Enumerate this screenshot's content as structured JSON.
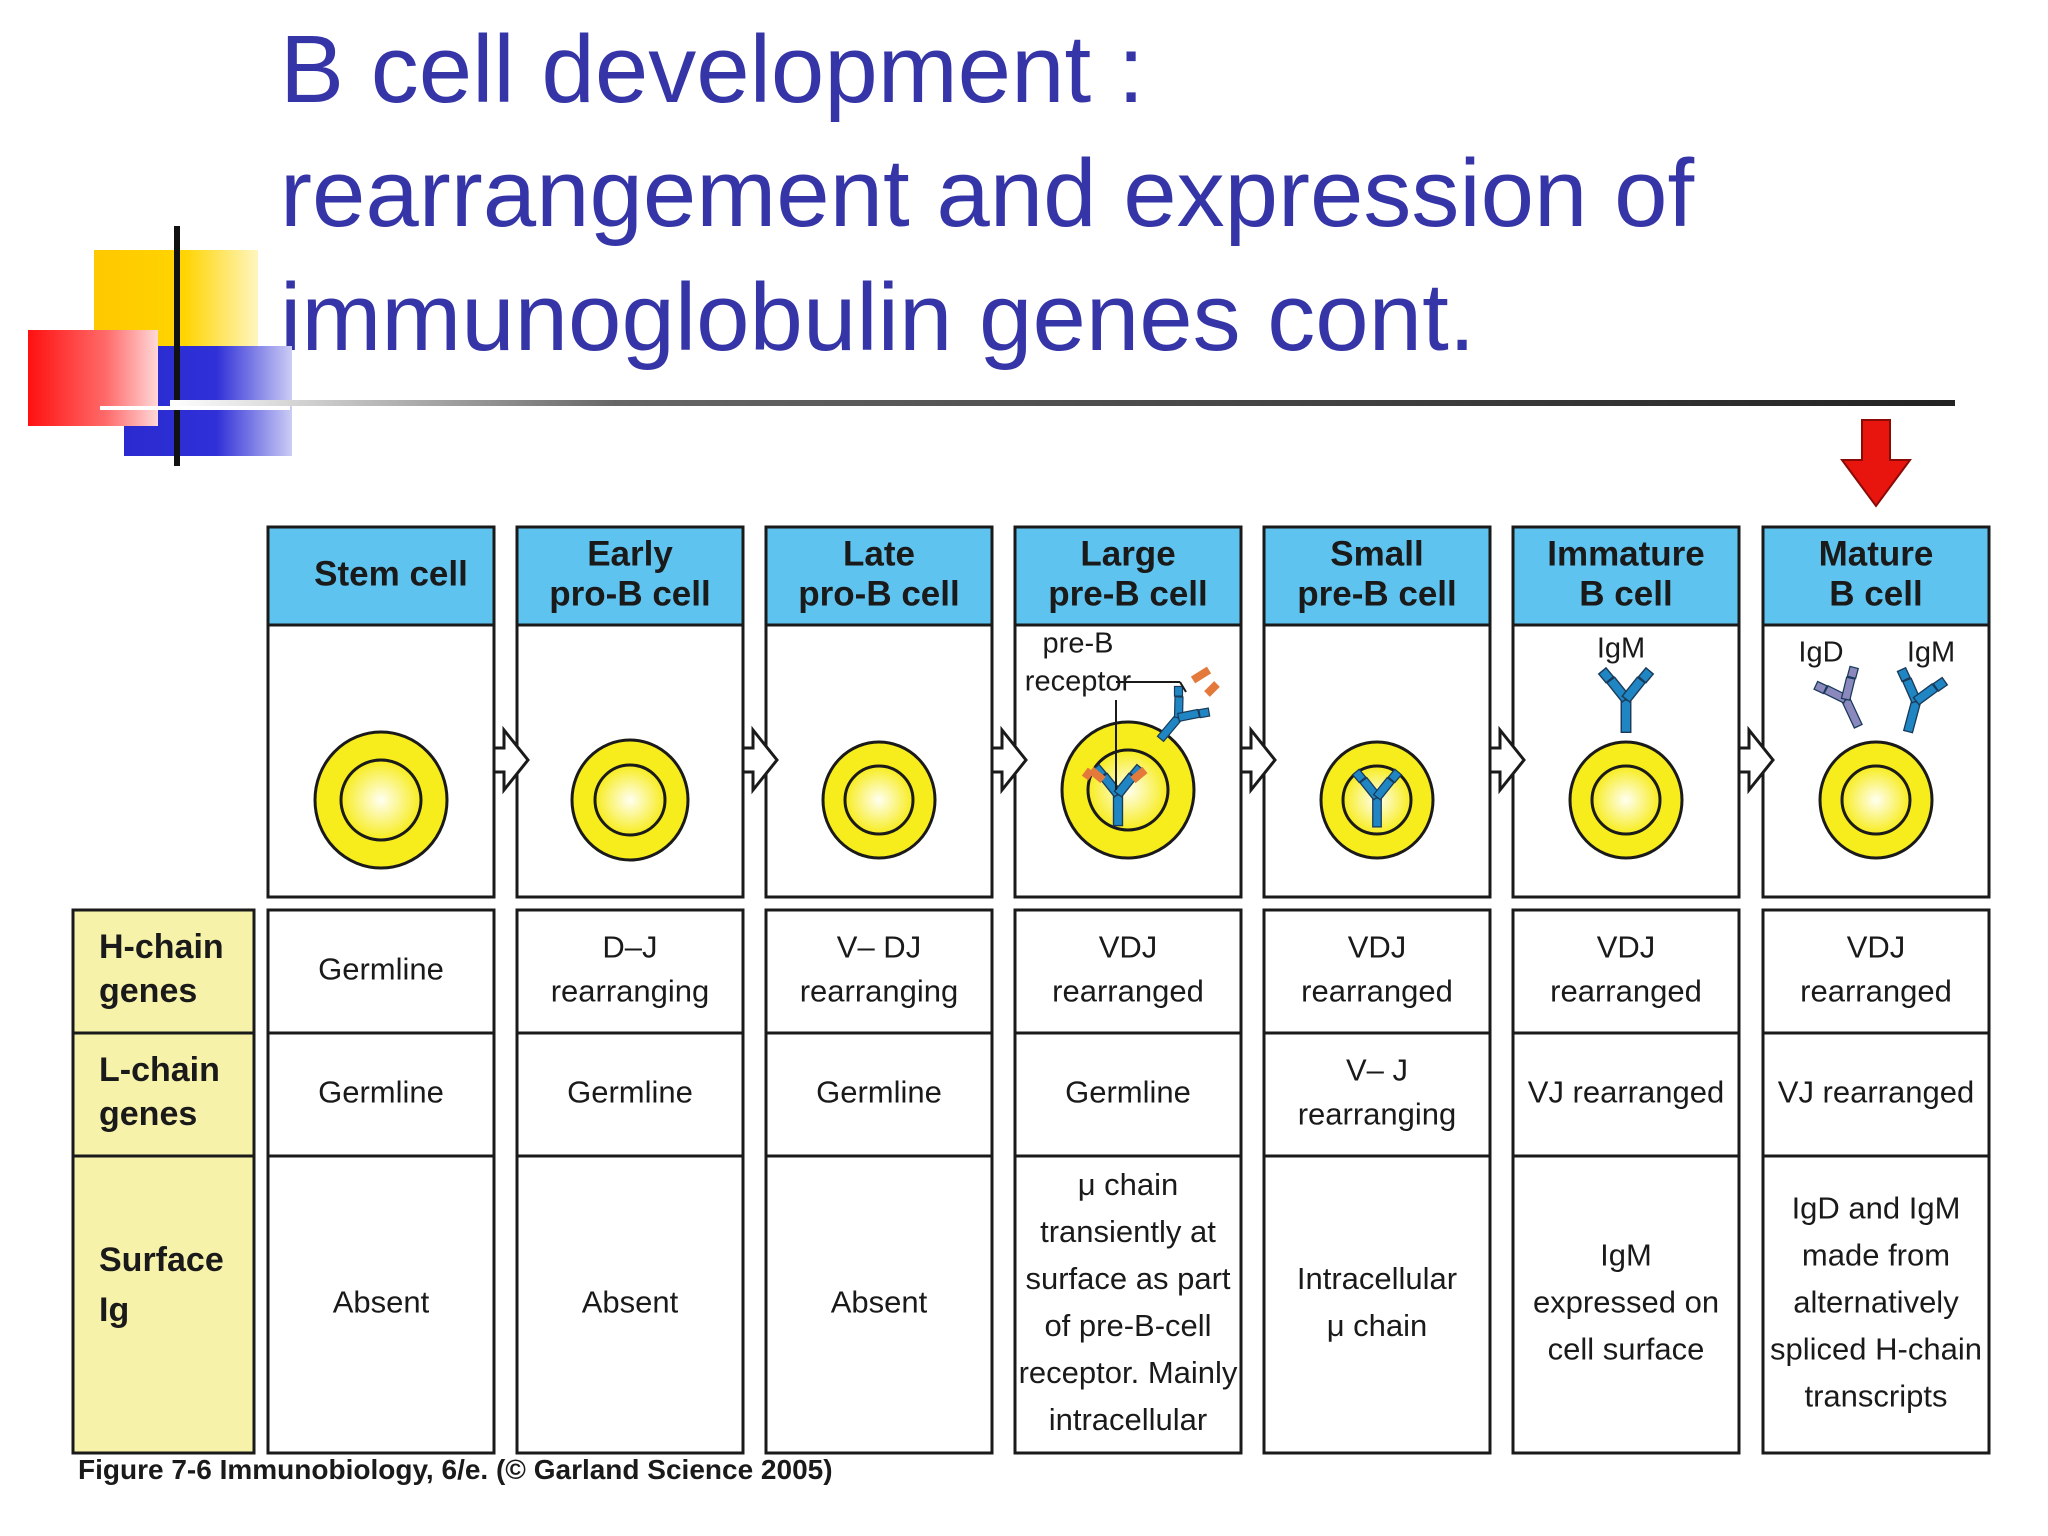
{
  "title": {
    "line1": "B cell development :",
    "line2": "rearrangement and expression of",
    "line3": "immunoglobulin genes cont."
  },
  "colors": {
    "title": "#3535a8",
    "header_fill": "#5ec3ef",
    "row_label_fill": "#f7f2aa",
    "cell_yellow": "#f7ec1c",
    "arrow_red": "#e8150e",
    "antibody_blue": "#1f86c3",
    "prereceptor_orange": "#e37a3c",
    "igd_purple": "#8a88bd"
  },
  "stages": [
    {
      "header": [
        "",
        "Stem cell"
      ],
      "h_chain": [
        "Germline"
      ],
      "l_chain": [
        "Germline"
      ],
      "surface_ig": [
        "Absent"
      ]
    },
    {
      "header": [
        "Early",
        "pro-B cell"
      ],
      "h_chain": [
        "D–J",
        "rearranging"
      ],
      "l_chain": [
        "Germline"
      ],
      "surface_ig": [
        "Absent"
      ]
    },
    {
      "header": [
        "Late",
        "pro-B cell"
      ],
      "h_chain": [
        "V– DJ",
        "rearranging"
      ],
      "l_chain": [
        "Germline"
      ],
      "surface_ig": [
        "Absent"
      ]
    },
    {
      "header": [
        "Large",
        "pre-B cell"
      ],
      "h_chain": [
        "VDJ",
        "rearranged"
      ],
      "l_chain": [
        "Germline"
      ],
      "surface_ig": [
        "μ chain",
        "transiently at",
        "surface as part",
        "of pre-B-cell",
        "receptor. Mainly",
        "intracellular"
      ],
      "annotations": [
        "pre-B",
        "receptor"
      ]
    },
    {
      "header": [
        "Small",
        "pre-B cell"
      ],
      "h_chain": [
        "VDJ",
        "rearranged"
      ],
      "l_chain": [
        "V– J",
        "rearranging"
      ],
      "surface_ig": [
        "Intracellular",
        "μ chain"
      ]
    },
    {
      "header": [
        "Immature",
        "B cell"
      ],
      "h_chain": [
        "VDJ",
        "rearranged"
      ],
      "l_chain": [
        "VJ  rearranged"
      ],
      "surface_ig": [
        "IgM",
        "expressed on",
        "cell surface"
      ],
      "annotations": [
        "IgM"
      ]
    },
    {
      "header": [
        "Mature",
        "B cell"
      ],
      "h_chain": [
        "VDJ",
        "rearranged"
      ],
      "l_chain": [
        "VJ  rearranged"
      ],
      "surface_ig": [
        "IgD and IgM",
        "made from",
        "alternatively",
        "spliced H-chain",
        "transcripts"
      ],
      "annotations": [
        "IgD",
        "IgM"
      ]
    }
  ],
  "row_labels": {
    "h_chain": [
      "H-chain",
      "genes"
    ],
    "l_chain": [
      "L-chain",
      "genes"
    ],
    "surface_ig": [
      "Surface",
      "Ig"
    ]
  },
  "highlight": {
    "stage_index": 6,
    "icon": "red-down-arrow-icon"
  },
  "caption": "Figure 7-6  Immunobiology, 6/e. (© Garland Science 2005)"
}
